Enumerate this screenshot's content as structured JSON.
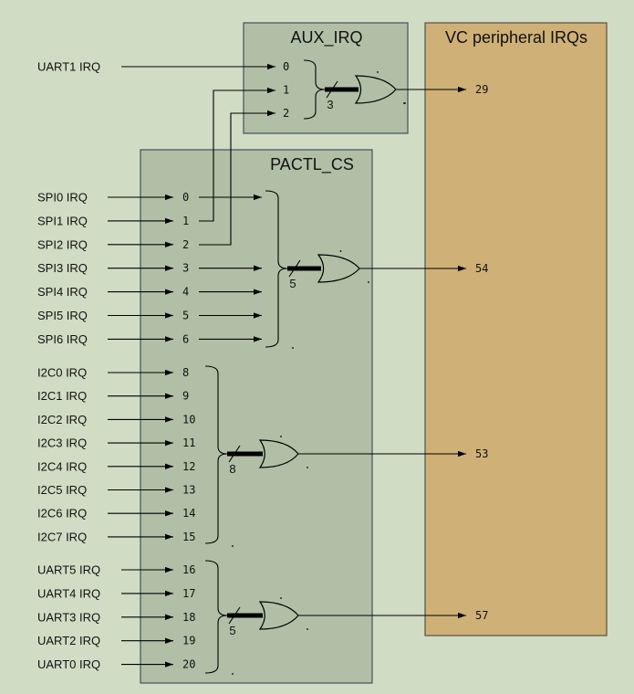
{
  "blocks": {
    "aux_irq": "AUX_IRQ",
    "vc_peripheral": "VC peripheral IRQs",
    "pactl_cs": "PACTL_CS"
  },
  "colors": {
    "background": "#d0dcc4",
    "block_fill": "#b1bfa6",
    "block_border": "#44505f",
    "vc_fill": "#cfb077",
    "vc_border": "#5a4f45"
  },
  "aux_inputs": [
    {
      "label": "UART1 IRQ",
      "pin": "0"
    },
    {
      "label": "",
      "pin": "1"
    },
    {
      "label": "",
      "pin": "2"
    }
  ],
  "aux_gate": {
    "count": "3",
    "output": "29"
  },
  "spi_inputs": [
    {
      "label": "SPI0 IRQ",
      "pin": "0"
    },
    {
      "label": "SPI1 IRQ",
      "pin": "1"
    },
    {
      "label": "SPI2 IRQ",
      "pin": "2"
    },
    {
      "label": "SPI3 IRQ",
      "pin": "3"
    },
    {
      "label": "SPI4 IRQ",
      "pin": "4"
    },
    {
      "label": "SPI5 IRQ",
      "pin": "5"
    },
    {
      "label": "SPI6 IRQ",
      "pin": "6"
    }
  ],
  "spi_gate": {
    "count": "5",
    "output": "54"
  },
  "i2c_inputs": [
    {
      "label": "I2C0 IRQ",
      "pin": "8"
    },
    {
      "label": "I2C1 IRQ",
      "pin": "9"
    },
    {
      "label": "I2C2 IRQ",
      "pin": "10"
    },
    {
      "label": "I2C3 IRQ",
      "pin": "11"
    },
    {
      "label": "I2C4 IRQ",
      "pin": "12"
    },
    {
      "label": "I2C5 IRQ",
      "pin": "13"
    },
    {
      "label": "I2C6 IRQ",
      "pin": "14"
    },
    {
      "label": "I2C7 IRQ",
      "pin": "15"
    }
  ],
  "i2c_gate": {
    "count": "8",
    "output": "53"
  },
  "uart_inputs": [
    {
      "label": "UART5 IRQ",
      "pin": "16"
    },
    {
      "label": "UART4 IRQ",
      "pin": "17"
    },
    {
      "label": "UART3 IRQ",
      "pin": "18"
    },
    {
      "label": "UART2 IRQ",
      "pin": "19"
    },
    {
      "label": "UART0 IRQ",
      "pin": "20"
    }
  ],
  "uart_gate": {
    "count": "5",
    "output": "57"
  }
}
